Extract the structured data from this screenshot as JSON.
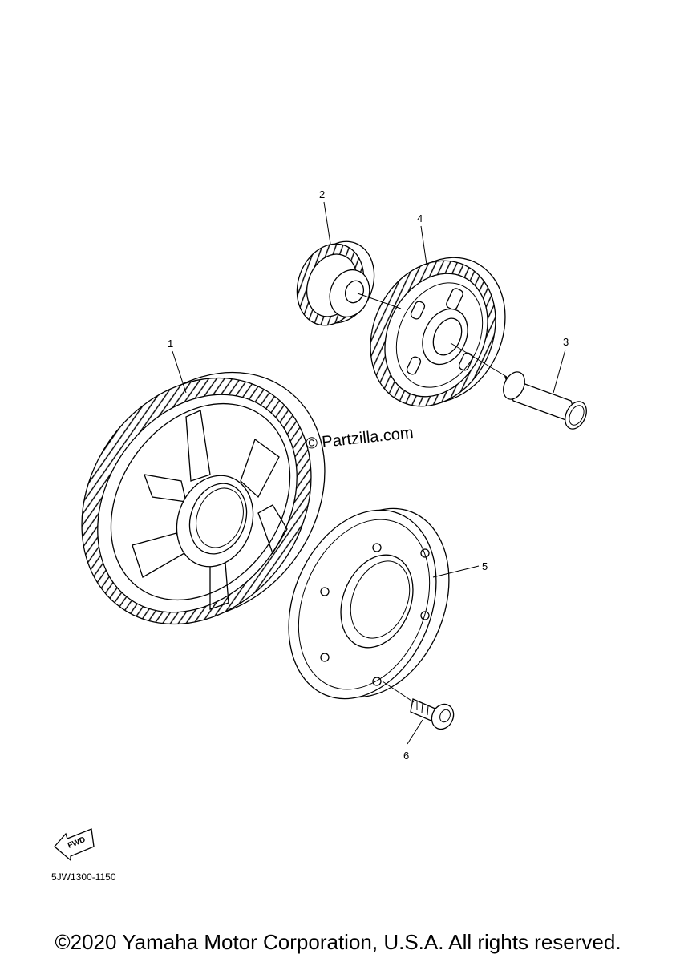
{
  "diagram": {
    "callouts": [
      "1",
      "2",
      "3",
      "4",
      "5",
      "6"
    ],
    "watermark": "© Partzilla.com",
    "fwd_label": "FWD",
    "diagram_code": "5JW1300-1150",
    "copyright": "©2020 Yamaha Motor Corporation, U.S.A. All rights reserved."
  }
}
